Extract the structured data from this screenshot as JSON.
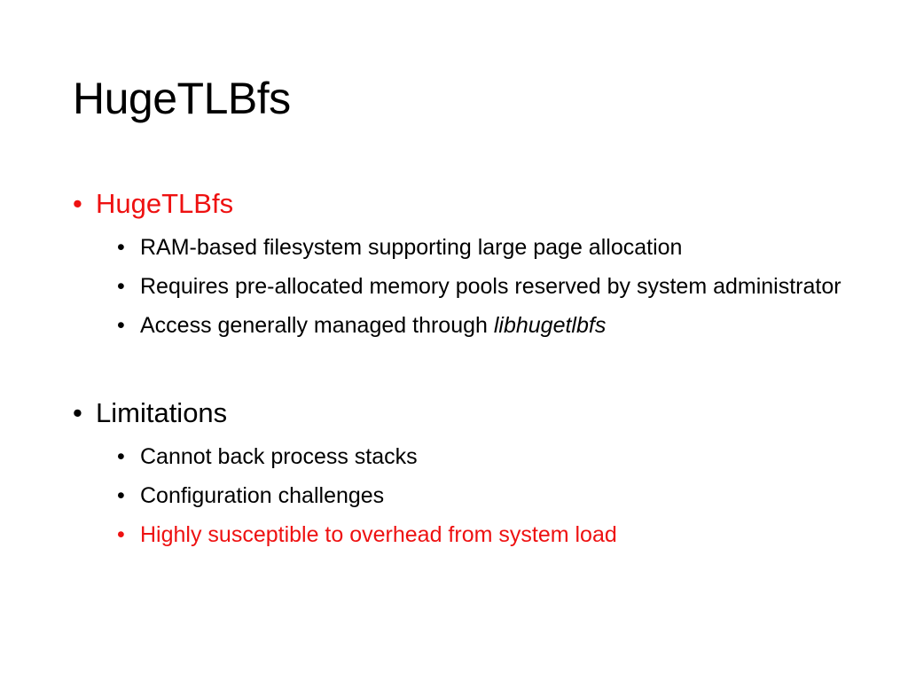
{
  "slide": {
    "title": "HugeTLBfs",
    "accent_color": "#ee1111",
    "sections": [
      {
        "heading": "HugeTLBfs",
        "items": [
          "RAM-based filesystem supporting large page allocation",
          "Requires pre-allocated memory pools reserved by system administrator",
          {
            "prefix": "Access generally managed through ",
            "emphasis": "libhugetlbfs"
          }
        ]
      },
      {
        "heading": "Limitations",
        "items": [
          "Cannot back process stacks",
          "Configuration challenges",
          "Highly susceptible to overhead from system load"
        ]
      }
    ],
    "bullet_glyph": "•"
  }
}
